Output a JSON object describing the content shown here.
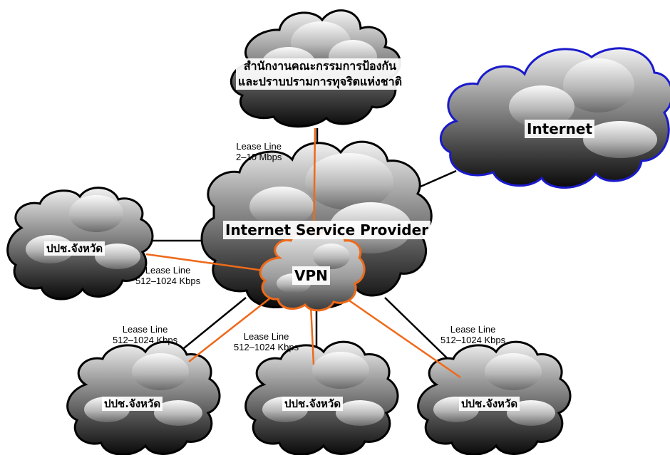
{
  "nodes": {
    "nacc_office": {
      "lines": [
        "สำนักงานคณะกรรมการป้องกัน",
        "และปราบปรามการทุจริตแห่งชาติ"
      ]
    },
    "internet": {
      "label": "Internet",
      "outline_color": "#1a1acc"
    },
    "isp": {
      "label": "Internet Service Provider"
    },
    "vpn": {
      "label": "VPN",
      "outline_color": "#ee6a1a"
    },
    "province_left": {
      "label": "ปปช.จังหวัด"
    },
    "province_bottom_left": {
      "label": "ปปช.จังหวัด"
    },
    "province_bottom_center": {
      "label": "ปปช.จังหวัด"
    },
    "province_bottom_right": {
      "label": "ปปช.จังหวัด"
    }
  },
  "links": {
    "central": {
      "line1": "Lease Line",
      "line2": "2–10 Mbps"
    },
    "left": {
      "line1": "Lease Line",
      "line2": "512–1024 Kbps"
    },
    "bottom_left": {
      "line1": "Lease Line",
      "line2": "512–1024 Kbps"
    },
    "bottom_center": {
      "line1": "Lease Line",
      "line2": "512–1024 Kbps"
    },
    "bottom_right": {
      "line1": "Lease Line",
      "line2": "512–1024 Kbps"
    }
  },
  "colors": {
    "lease_line": "#ee6a1a",
    "link_black": "#000000",
    "internet_outline": "#1a1acc"
  }
}
